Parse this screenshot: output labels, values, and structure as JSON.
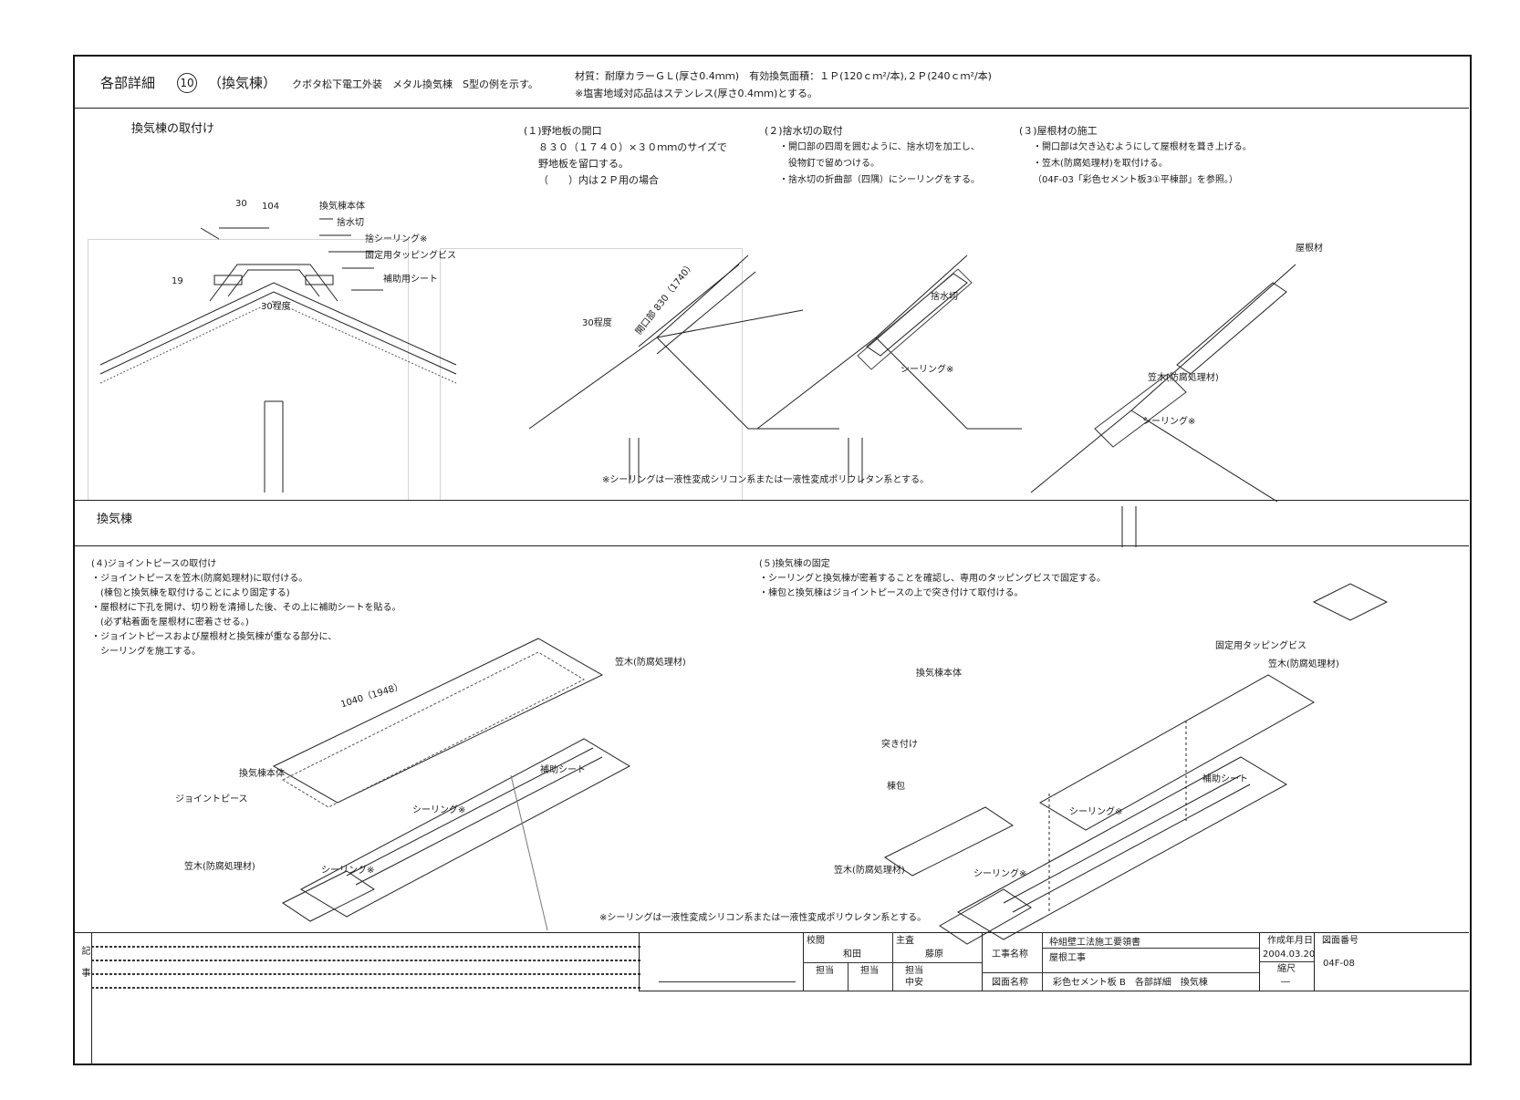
{
  "header": {
    "section": "各部詳細",
    "number": "10",
    "title": "（換気棟）",
    "example": "クボタ松下電工外装　メタル換気棟　S型の例を示す。",
    "material": "材質：耐摩カラーＧＬ(厚さ0.4ｍｍ)　有効換気面積：１Ｐ(120ｃｍ²/本),２Ｐ(240ｃｍ²/本)",
    "material_note": "※塩害地域対応品はステンレス(厚さ0.4ｍｍ)とする。"
  },
  "upper": {
    "heading": "換気棟の取付け",
    "section_label": "換気棟",
    "sealing_note": "※シーリングは一液性変成シリコン系または一液性変成ポリウレタン系とする。",
    "cross_section": {
      "dim_30": "30",
      "dim_104": "104",
      "dim_19": "19",
      "dim_30_approx": "30程度",
      "label_body": "換気棟本体",
      "label_flashing": "捨水切",
      "label_sealing": "捨シーリング※",
      "label_screw": "固定用タッピングビス",
      "label_sheet": "補助用シート"
    },
    "step1": {
      "title": "(１)野地板の開口",
      "lines": [
        "８３０（１７４０）×３０ｍｍのサイズで",
        "野地板を留口する。",
        "（　　）内は２Ｐ用の場合"
      ],
      "dim_30": "30程度",
      "dim_opening": "開口部 830（1740）"
    },
    "step2": {
      "title": "(２)捨水切の取付",
      "lines": [
        "・開口部の四周を囲むように、捨水切を加工し、",
        "　役物釘で留めつける。",
        "・捨水切の折曲部（四隅）にシーリングをする。"
      ],
      "label_flashing": "捨水切",
      "label_sealing": "シーリング※"
    },
    "step3": {
      "title": "(３)屋根材の施工",
      "lines": [
        "・開口部は欠き込むようにして屋根材を葺き上げる。",
        "・笠木(防腐処理材)を取付ける。",
        "（04F-03「彩色セメント板3①平棟部」を参照。）"
      ],
      "label_roof": "屋根材",
      "label_kasagi": "笠木(防腐処理材)",
      "label_sealing": "シーリング※"
    }
  },
  "lower": {
    "sealing_note": "※シーリングは一液性変成シリコン系または一液性変成ポリウレタン系とする。",
    "step4": {
      "title": "(４)ジョイントピースの取付け",
      "lines": [
        "・ジョイントピースを笠木(防腐処理材)に取付ける。",
        "　(棟包と換気棟を取付けることにより固定する)",
        "・屋根材に下孔を開け、切り粉を清掃した後、その上に補助シートを貼る。",
        "　(必ず粘着面を屋根材に密着させる。)",
        "・ジョイントピースおよび屋根材と換気棟が重なる部分に、",
        "　シーリングを施工する。"
      ],
      "dim": "1040（1948）",
      "label_body": "換気棟本体",
      "label_joint": "ジョイントピース",
      "label_kasagi": "笠木(防腐処理材)",
      "label_kasagi2": "笠木(防腐処理材)",
      "label_sheet": "補助シート",
      "label_sealing1": "シーリング※",
      "label_sealing2": "シーリング※"
    },
    "step5": {
      "title": "(５)換気棟の固定",
      "lines": [
        "・シーリングと換気棟が密着することを確認し、専用のタッピングビスで固定する。",
        "・棟包と換気棟はジョイントピースの上で突き付けて取付ける。"
      ],
      "label_screw": "固定用タッピングビス",
      "label_body": "換気棟本体",
      "label_butt": "突き付け",
      "label_ridge": "棟包",
      "label_kasagi": "笠木(防腐処理材)",
      "label_kasagi2": "笠木(防腐処理材)",
      "label_sheet": "補助シート",
      "label_sealing1": "シーリング※",
      "label_sealing2": "シーリング※"
    }
  },
  "title_block": {
    "notes_label": "記事",
    "checked_label": "校閲",
    "checked_by": "和田",
    "chief_label": "主査",
    "chief_by": "藤原",
    "charge1_label": "担当",
    "charge2_label": "担当",
    "charge3_label": "担当",
    "charge3_by": "中安",
    "project_label": "工事名称",
    "project_name": "枠組壁工法施工要領書",
    "project_sub": "屋根工事",
    "drawing_label": "図面名称",
    "drawing_name": "彩色セメント板 B　各部詳細　換気棟",
    "date_label": "作成年月日",
    "date": "2004.03.20",
    "scale_label": "縮尺",
    "scale": "―",
    "number_label": "図面番号",
    "number": "04F-08"
  }
}
